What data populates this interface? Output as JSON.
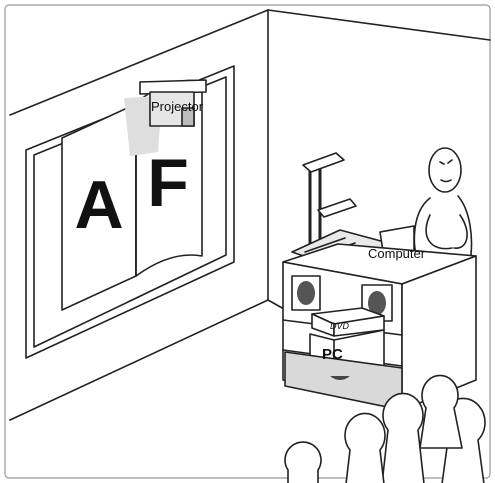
{
  "labels": {
    "projector": "Projector",
    "computer": "Computer"
  },
  "screen": {
    "letter_left": "A",
    "letter_right": "F"
  },
  "podium": {
    "pc_label": "PC",
    "dvd_label": "DVD"
  },
  "colors": {
    "stroke": "#222222",
    "shading": "#d9d9d9",
    "background": "#ffffff"
  }
}
